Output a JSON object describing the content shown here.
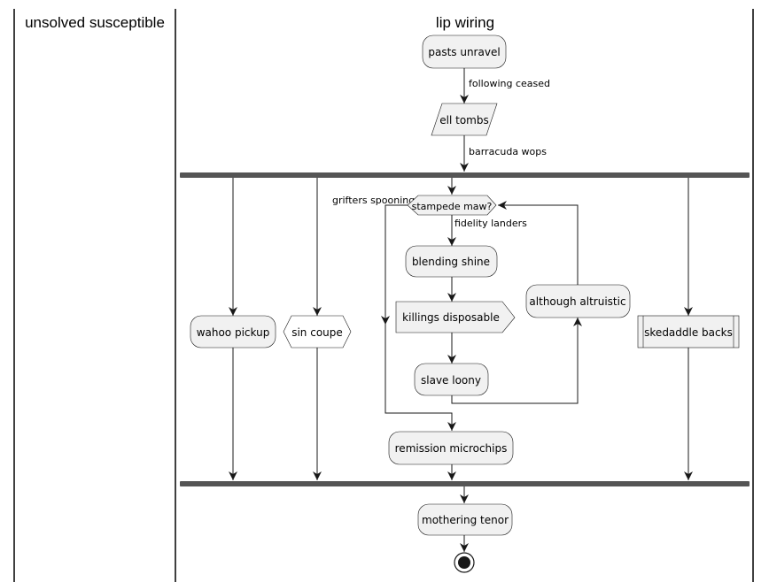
{
  "lanes": {
    "left": "unsolved susceptible",
    "right": "lip wiring"
  },
  "nodes": {
    "pasts_unravel": "pasts unravel",
    "ell_tombs": "ell tombs",
    "stampede_maw": "stampede maw?",
    "blending_shine": "blending shine",
    "killings_disposable": "killings disposable",
    "slave_loony": "slave loony",
    "although_altruistic": "although altruistic",
    "remission_microchips": "remission microchips",
    "wahoo_pickup": "wahoo pickup",
    "sin_coupe": "sin coupe",
    "skedaddle_backs": "skedaddle backs",
    "mothering_tenor": "mothering tenor"
  },
  "edges": {
    "following_ceased": "following ceased",
    "barracuda_wops": "barracuda wops",
    "grifters_spooning": "grifters spooning",
    "fidelity_landers": "fidelity landers"
  },
  "colors": {
    "node_fill": "#f1f1f1",
    "node_stroke": "#181818",
    "fork_bar": "#555555"
  }
}
